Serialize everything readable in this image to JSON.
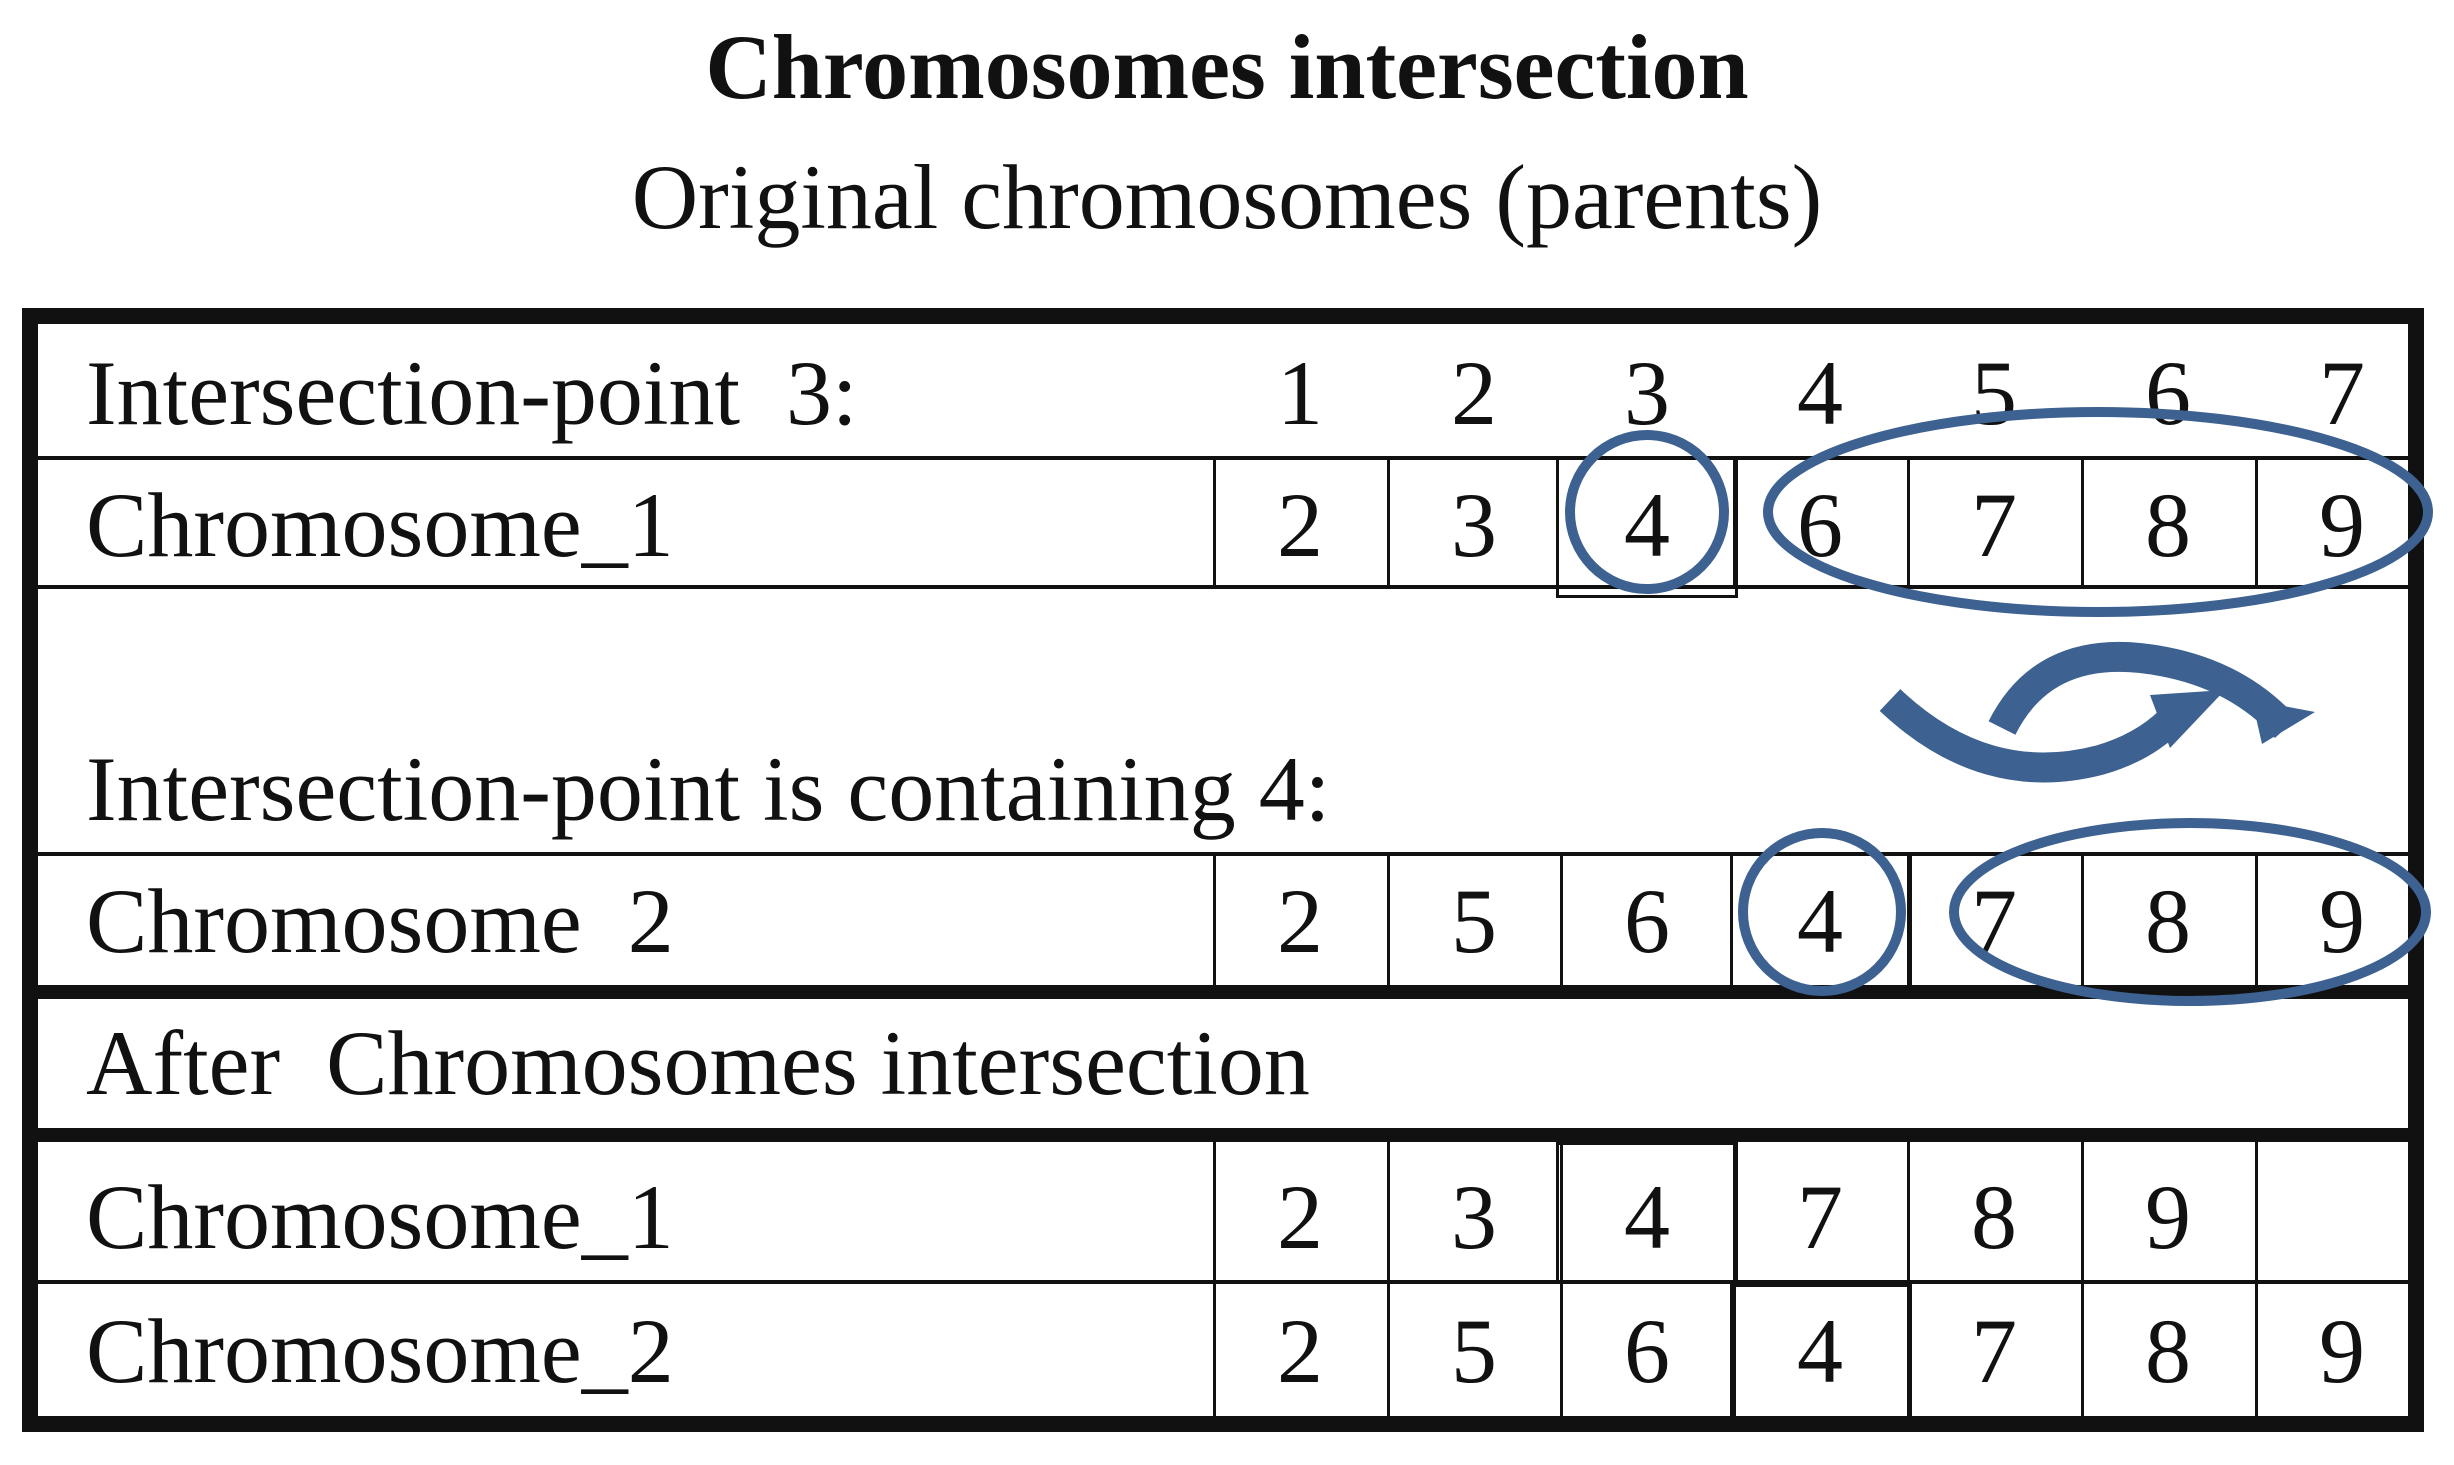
{
  "title": "Chromosomes intersection",
  "subtitle": "Original chromosomes (parents)",
  "rows": {
    "header": {
      "label": "Intersection-point  3:",
      "cells": [
        "1",
        "2",
        "3",
        "4",
        "5",
        "6",
        "7"
      ]
    },
    "chrom1_before": {
      "label": "Chromosome_1",
      "cells": [
        "2",
        "3",
        "4",
        "6",
        "7",
        "8",
        "9"
      ]
    },
    "point_note": {
      "label": "Intersection-point is containing 4:"
    },
    "chrom2_before": {
      "label": "Chromosome  2",
      "cells": [
        "2",
        "5",
        "6",
        "4",
        "7",
        "8",
        "9"
      ]
    },
    "after": {
      "label": "After  Chromosomes intersection"
    },
    "chrom1_after": {
      "label": "Chromosome_1",
      "cells": [
        "2",
        "3",
        "4",
        "7",
        "8",
        "9",
        ""
      ]
    },
    "chrom2_after": {
      "label": "Chromosome_2",
      "cells": [
        "2",
        "5",
        "6",
        "4",
        "7",
        "8",
        "9"
      ]
    }
  },
  "colors": {
    "highlight": "#3d6190",
    "ink": "#111111"
  }
}
